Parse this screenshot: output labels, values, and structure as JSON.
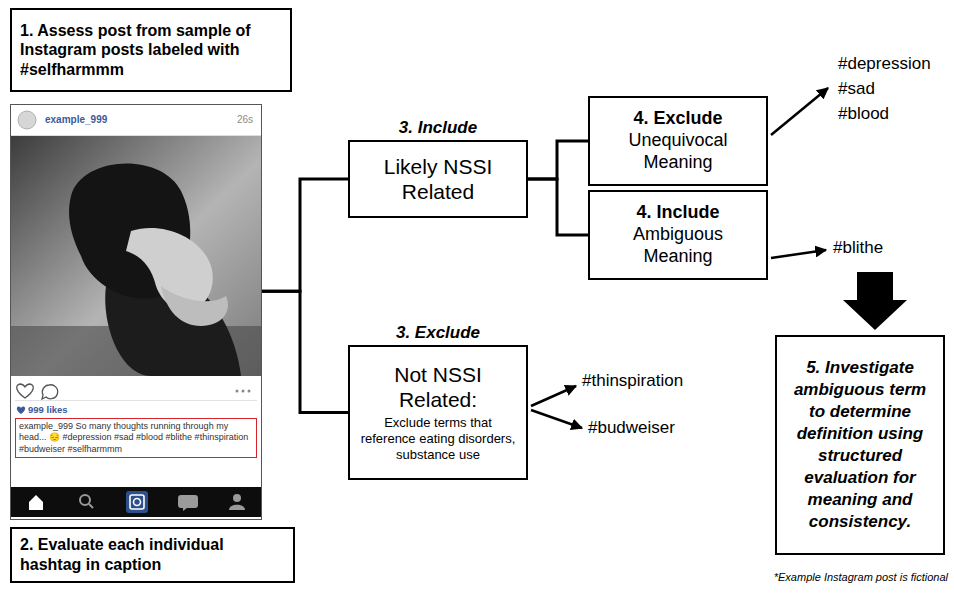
{
  "diagram": {
    "nodes": [
      {
        "text": [
          "1. Assess post from sample of Instagram posts labeled with #selfharmmm"
        ]
      },
      {
        "text": [
          "example_999",
          "26s",
          "999 likes",
          "example_999 So many thoughts running through my head... 😔 #depression #sad #blood #blithe #thinspiration #budweiser #selfharmmm"
        ]
      },
      {
        "text": [
          "2. Evaluate each individual hashtag in caption"
        ]
      },
      {
        "text": [
          "3. Include",
          "Likely NSSI Related"
        ]
      },
      {
        "text": [
          "3. Exclude",
          "Not NSSI Related:",
          "Exclude terms that reference eating disorders, substance use"
        ]
      },
      {
        "text": [
          "4. Exclude",
          "Unequivocal Meaning"
        ]
      },
      {
        "text": [
          "4. Include",
          "Ambiguous Meaning"
        ]
      },
      {
        "text": [
          "5. Investigate ambiguous term to determine definition using structured evaluation for meaning and consistency."
        ]
      }
    ],
    "edges": [
      {
        "from": 1,
        "to": 3,
        "arrow": "none"
      },
      {
        "from": 1,
        "to": 4,
        "arrow": "none"
      },
      {
        "from": 3,
        "to": 5,
        "arrow": "none"
      },
      {
        "from": 3,
        "to": 6,
        "arrow": "none"
      }
    ],
    "labels": [
      "#depression",
      "#sad",
      "#blood",
      "#blithe",
      "#thinspiration",
      "#budweiser",
      "*Example Instagram post is fictional"
    ]
  }
}
